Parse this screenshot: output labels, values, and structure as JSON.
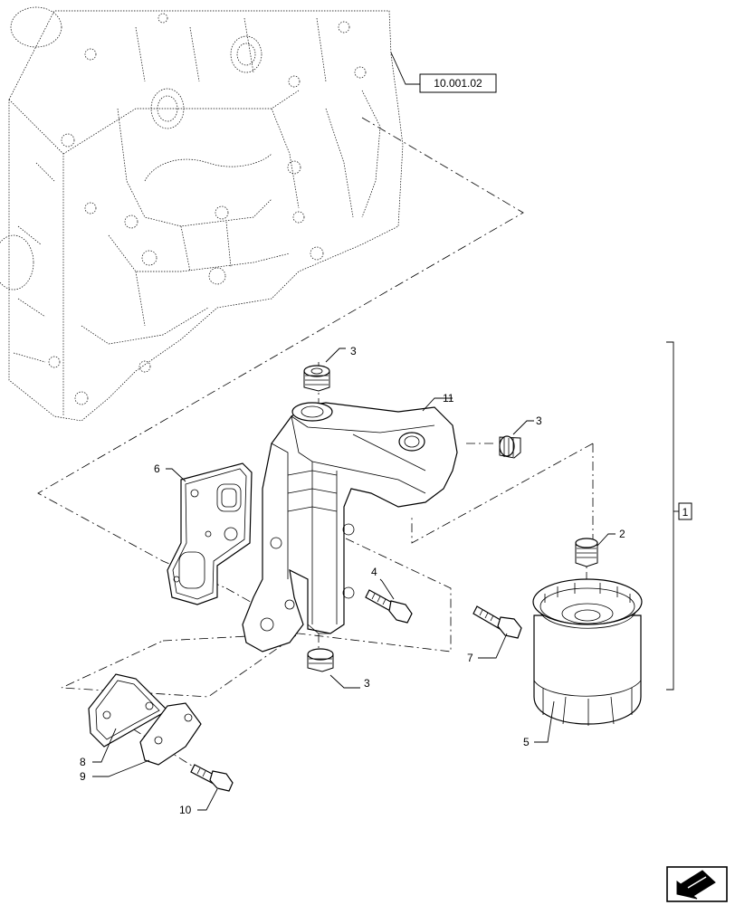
{
  "reference": {
    "label": "10.001.02"
  },
  "group": {
    "label": "1"
  },
  "callouts": {
    "c1": "1",
    "c2": "2",
    "c3a": "3",
    "c3b": "3",
    "c3c": "3",
    "c4": "4",
    "c5": "5",
    "c6": "6",
    "c7": "7",
    "c8": "8",
    "c9": "9",
    "c10": "10",
    "c11": "11"
  },
  "icons": {
    "nav": "next-page-arrow-icon"
  }
}
